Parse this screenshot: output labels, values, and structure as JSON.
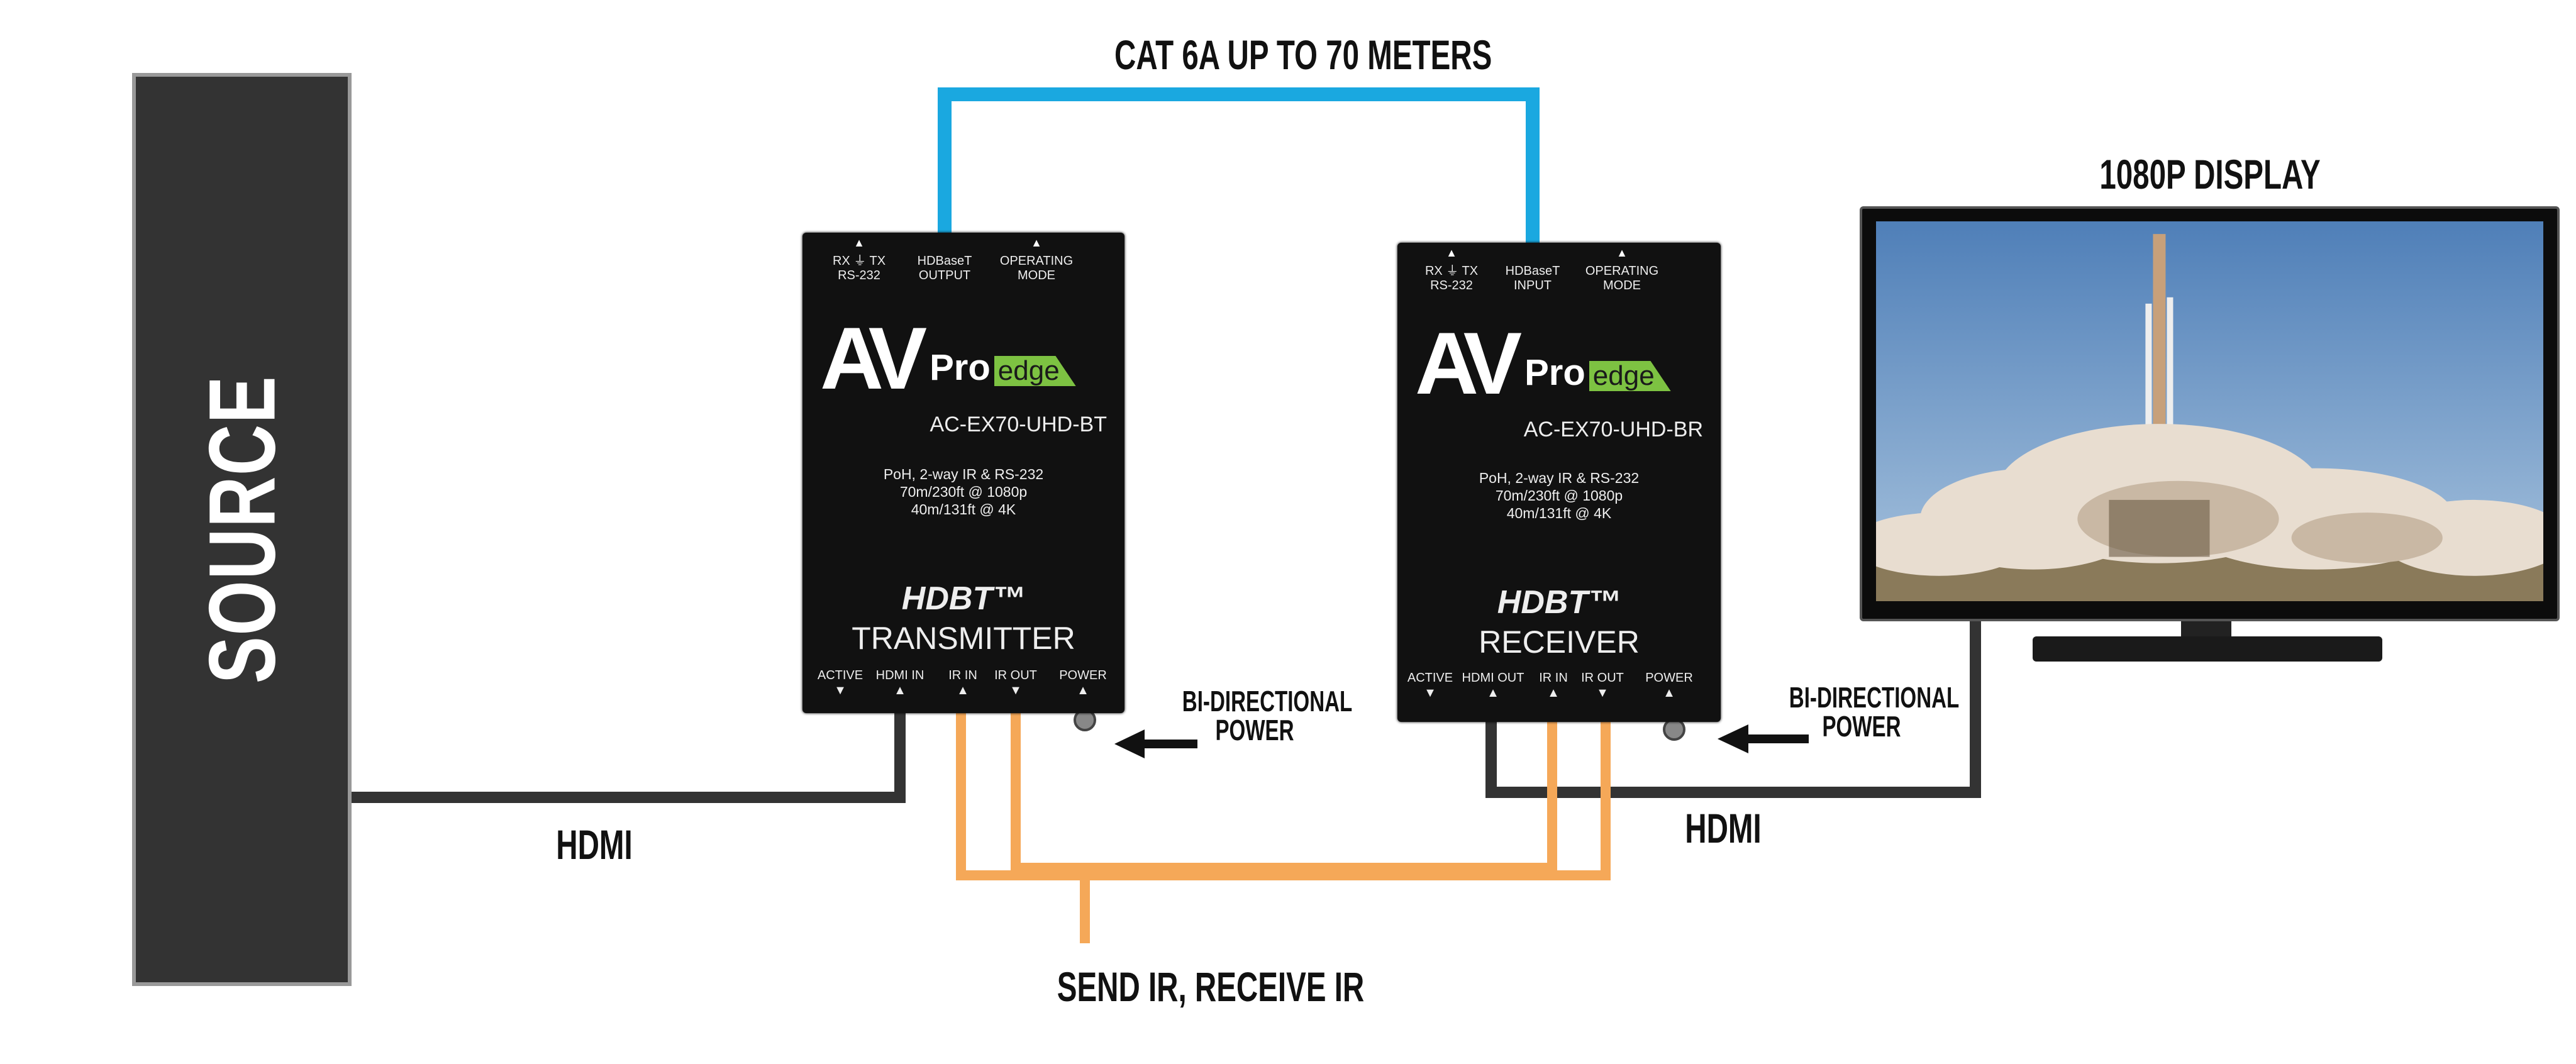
{
  "labels": {
    "cable_title": "CAT 6A UP TO 70 METERS",
    "display_title": "1080P DISPLAY",
    "source": "SOURCE",
    "hdmi_left": "HDMI",
    "hdmi_right": "HDMI",
    "ir": "SEND IR, RECEIVE IR",
    "power_left": [
      "BI-DIRECTIONAL",
      "POWER"
    ],
    "power_right": [
      "BI-DIRECTIONAL",
      "POWER"
    ]
  },
  "transmitter": {
    "top": [
      "RX ⏚ TX",
      "RS-232",
      "HDBaseT",
      "OUTPUT",
      "OPERATING",
      "MODE"
    ],
    "brand": {
      "av": "AV",
      "pro": "Pro",
      "edge": "edge"
    },
    "model": "AC-EX70-UHD-BT",
    "spec": [
      "PoH, 2-way IR & RS-232",
      "70m/230ft @ 1080p",
      "40m/131ft @ 4K"
    ],
    "hdbt": "HDBT™",
    "role": "TRANSMITTER",
    "ports": [
      "ACTIVE",
      "HDMI IN",
      "IR IN",
      "IR OUT",
      "POWER"
    ]
  },
  "receiver": {
    "top": [
      "RX ⏚ TX",
      "RS-232",
      "HDBaseT",
      "INPUT",
      "OPERATING",
      "MODE"
    ],
    "brand": {
      "av": "AV",
      "pro": "Pro",
      "edge": "edge"
    },
    "model": "AC-EX70-UHD-BR",
    "spec": [
      "PoH, 2-way IR & RS-232",
      "70m/230ft @ 1080p",
      "40m/131ft @ 4K"
    ],
    "hdbt": "HDBT™",
    "role": "RECEIVER",
    "ports": [
      "ACTIVE",
      "HDMI OUT",
      "IR IN",
      "IR OUT",
      "POWER"
    ]
  },
  "colors": {
    "cat6": "#1aa8e0",
    "ir": "#f5a858",
    "hdmi": "#333333",
    "edge": "#7dc242"
  }
}
